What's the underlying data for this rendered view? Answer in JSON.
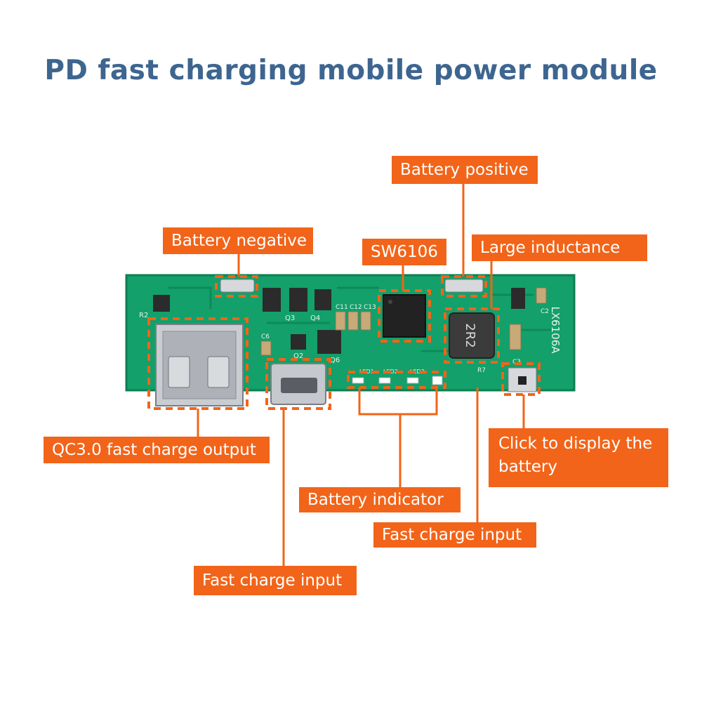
{
  "title": "PD fast charging mobile power module",
  "colors": {
    "title": "#3d6590",
    "callout_bg": "#f26419",
    "board": "#13a06a",
    "board_dark": "#0d7f52",
    "chip": "#222222",
    "silk": "#e8f3ec"
  },
  "board": {
    "model_text": "LX6106A",
    "inductor_text": "2R2",
    "silkscreen": [
      "R2",
      "Q3",
      "Q4",
      "C11",
      "C12",
      "C13",
      "C6",
      "Q2",
      "Q6",
      "LED1",
      "LED2",
      "LED3",
      "C3",
      "R7",
      "C2"
    ]
  },
  "callouts": {
    "battery_negative": "Battery negative",
    "sw6106": "SW6106",
    "battery_positive": "Battery positive",
    "large_inductance": "Large inductance",
    "qc_output": "QC3.0 fast charge output",
    "click_display_line1": "Click to display the",
    "click_display_line2": "battery",
    "battery_indicator": "Battery indicator",
    "fast_charge_input_right": "Fast charge input",
    "fast_charge_input_left": "Fast charge input"
  }
}
